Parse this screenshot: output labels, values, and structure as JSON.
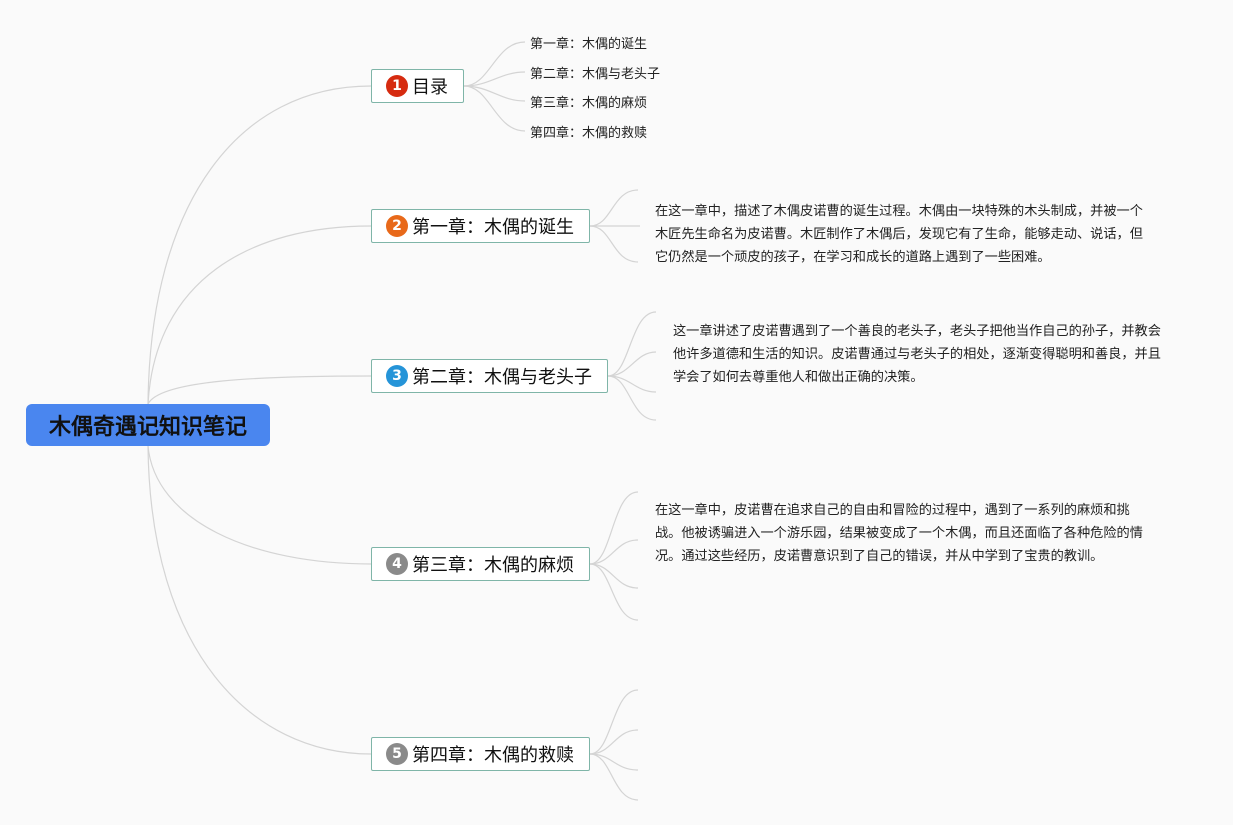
{
  "root": {
    "title": "木偶奇遇记知识笔记"
  },
  "branches": [
    {
      "num": "1",
      "label": "目录",
      "badge_color": "#d62b10"
    },
    {
      "num": "2",
      "label": "第一章：木偶的诞生",
      "badge_color": "#e8691a"
    },
    {
      "num": "3",
      "label": "第二章：木偶与老头子",
      "badge_color": "#2594d8"
    },
    {
      "num": "4",
      "label": "第三章：木偶的麻烦",
      "badge_color": "#8a8a8a"
    },
    {
      "num": "5",
      "label": "第四章：木偶的救赎",
      "badge_color": "#8a8a8a"
    }
  ],
  "toc": [
    "第一章：木偶的诞生",
    "第二章：木偶与老头子",
    "第三章：木偶的麻烦",
    "第四章：木偶的救赎"
  ],
  "summaries": {
    "ch1": "在这一章中，描述了木偶皮诺曹的诞生过程。木偶由一块特殊的木头制成，并被一个木匠先生命名为皮诺曹。木匠制作了木偶后，发现它有了生命，能够走动、说话，但它仍然是一个顽皮的孩子，在学习和成长的道路上遇到了一些困难。",
    "ch2": "这一章讲述了皮诺曹遇到了一个善良的老头子，老头子把他当作自己的孙子，并教会他许多道德和生活的知识。皮诺曹通过与老头子的相处，逐渐变得聪明和善良，并且学会了如何去尊重他人和做出正确的决策。",
    "ch3": "在这一章中，皮诺曹在追求自己的自由和冒险的过程中，遇到了一系列的麻烦和挑战。他被诱骗进入一个游乐园，结果被变成了一个木偶，而且还面临了各种危险的情况。通过这些经历，皮诺曹意识到了自己的错误，并从中学到了宝贵的教训。"
  },
  "colors": {
    "root": "#4a86ef",
    "branch_border": "#7fb5a8",
    "connector": "#d4d4d4"
  }
}
